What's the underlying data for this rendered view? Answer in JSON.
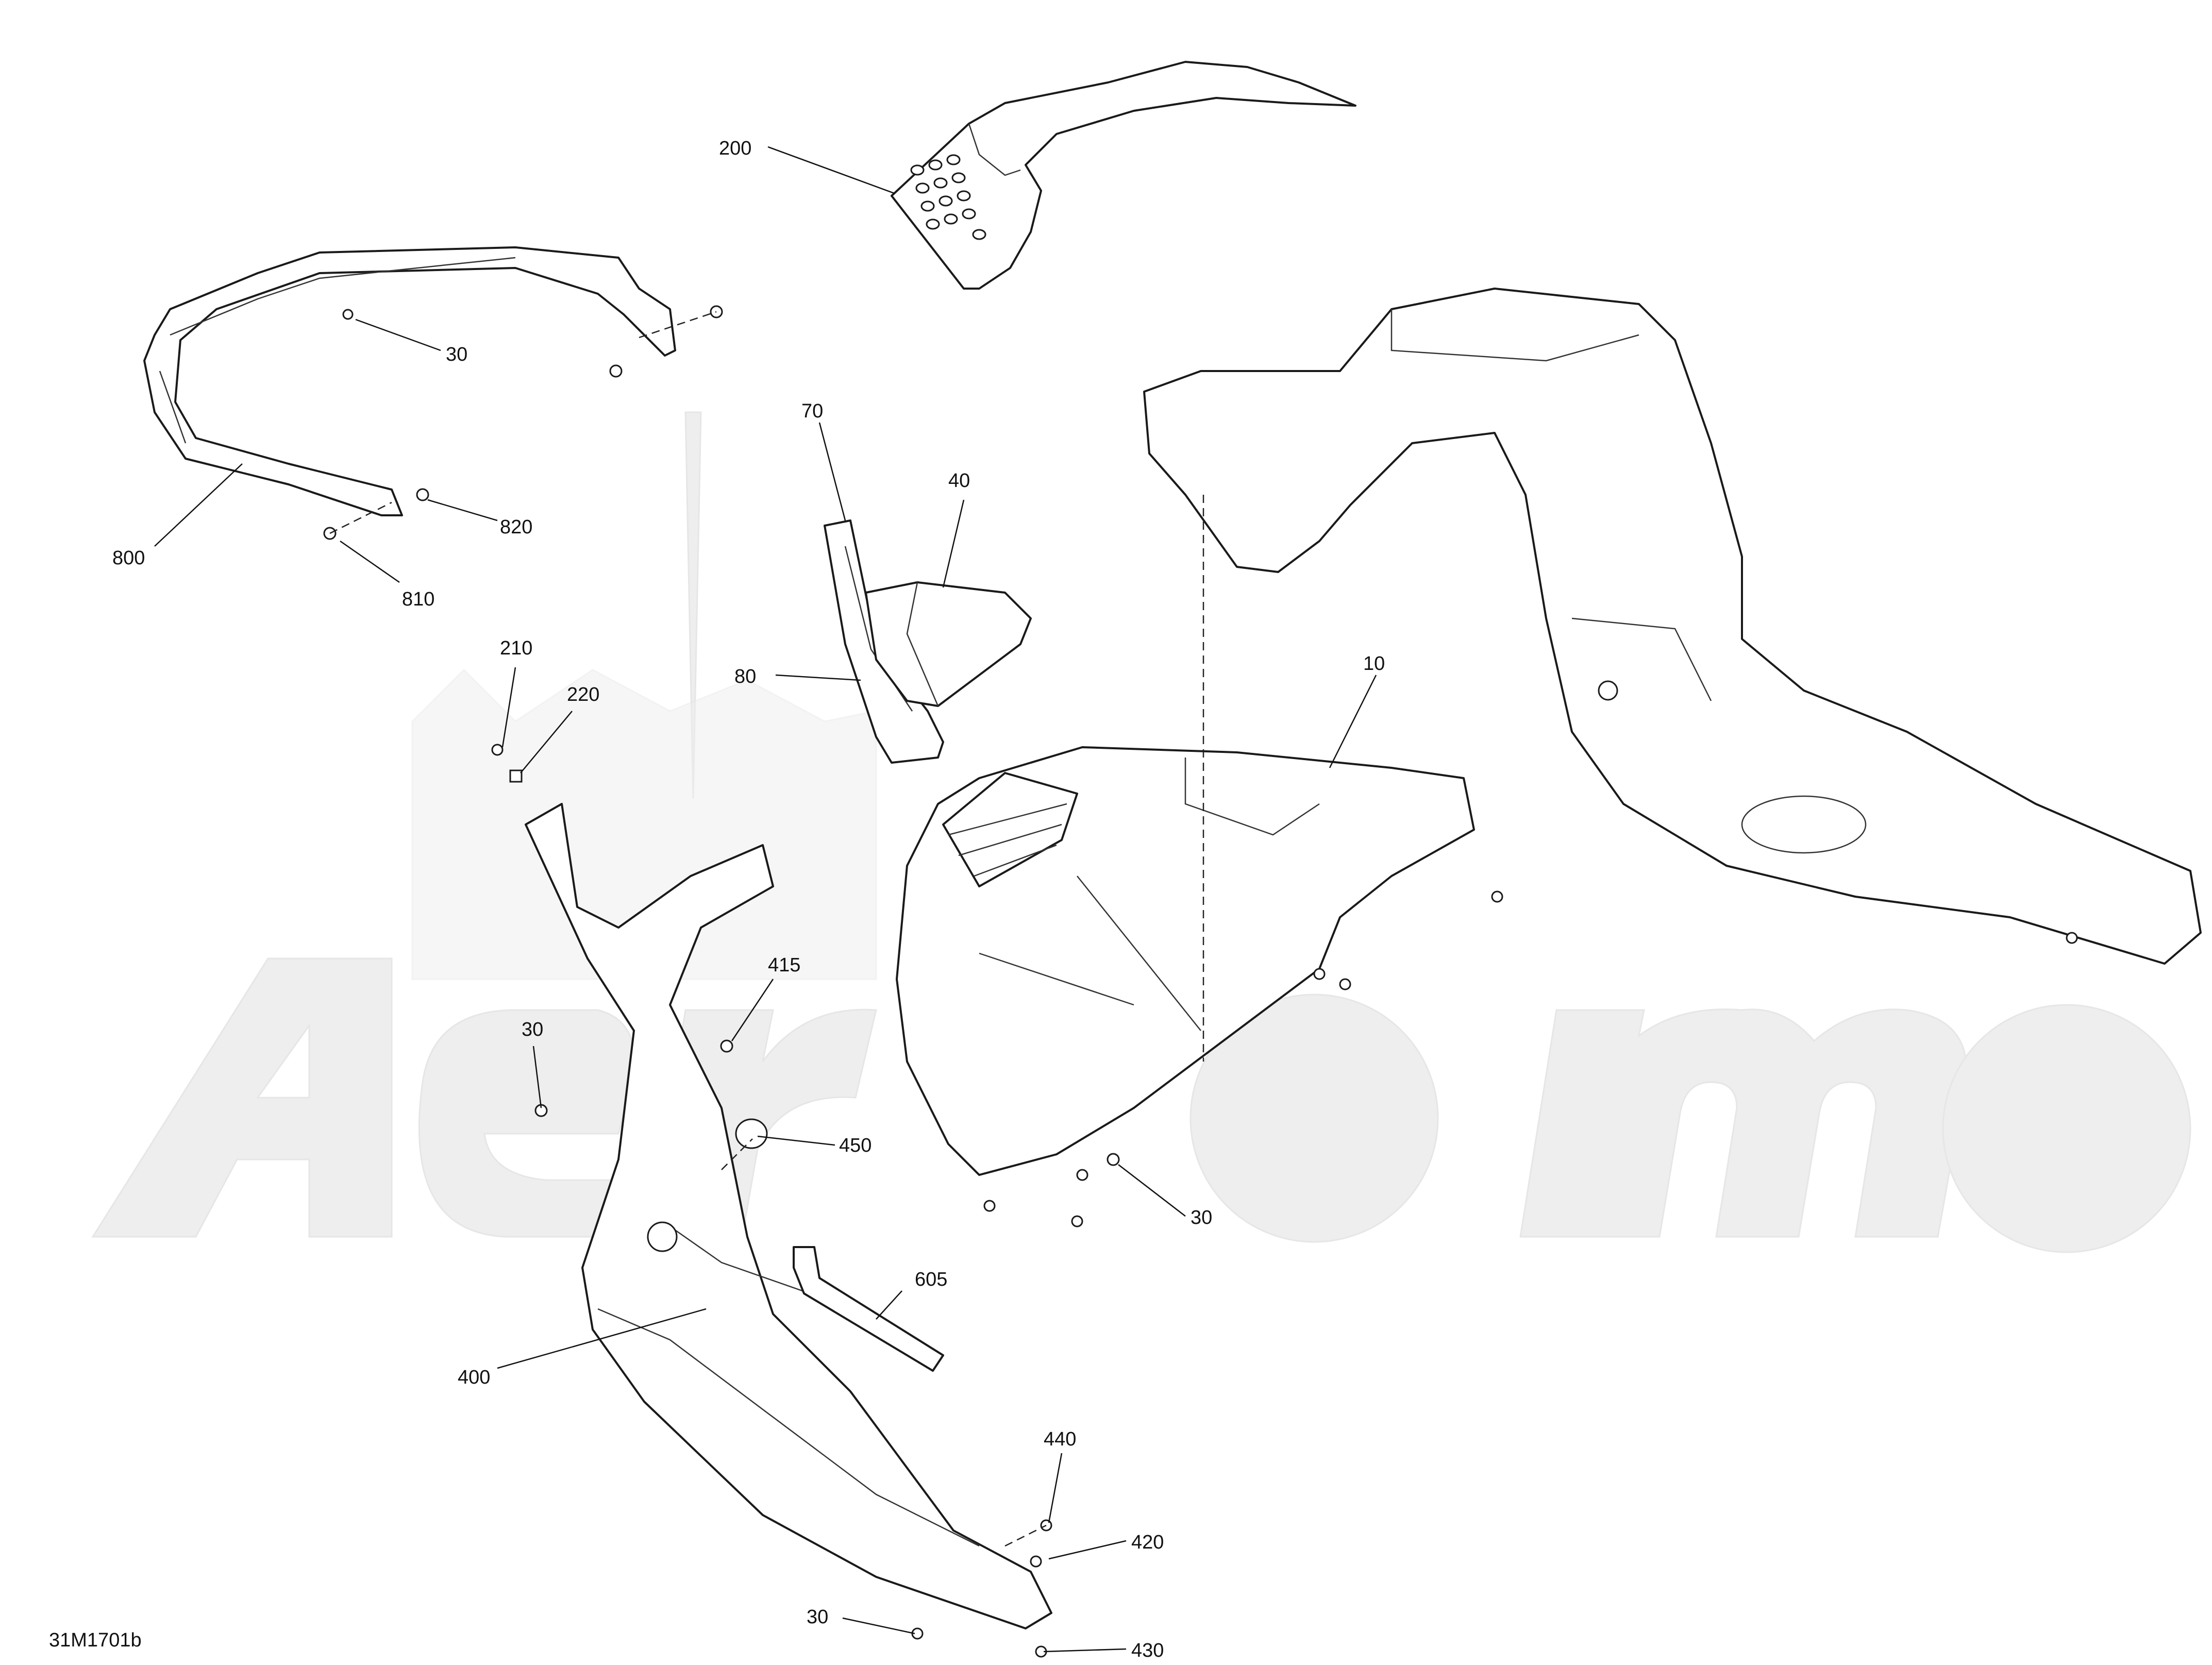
{
  "diagram": {
    "drawing_code": "31M1701b",
    "watermark_text": "AeroMoto",
    "callouts": [
      {
        "id": "c200",
        "label": "200"
      },
      {
        "id": "c30a",
        "label": "30"
      },
      {
        "id": "c800",
        "label": "800"
      },
      {
        "id": "c820",
        "label": "820"
      },
      {
        "id": "c810",
        "label": "810"
      },
      {
        "id": "c70",
        "label": "70"
      },
      {
        "id": "c40",
        "label": "40"
      },
      {
        "id": "c80",
        "label": "80"
      },
      {
        "id": "c210",
        "label": "210"
      },
      {
        "id": "c220",
        "label": "220"
      },
      {
        "id": "c10",
        "label": "10"
      },
      {
        "id": "c415",
        "label": "415"
      },
      {
        "id": "c30b",
        "label": "30"
      },
      {
        "id": "c450",
        "label": "450"
      },
      {
        "id": "c30c",
        "label": "30"
      },
      {
        "id": "c605",
        "label": "605"
      },
      {
        "id": "c400",
        "label": "400"
      },
      {
        "id": "c440",
        "label": "440"
      },
      {
        "id": "c420",
        "label": "420"
      },
      {
        "id": "c30d",
        "label": "30"
      },
      {
        "id": "c430",
        "label": "430"
      }
    ]
  }
}
